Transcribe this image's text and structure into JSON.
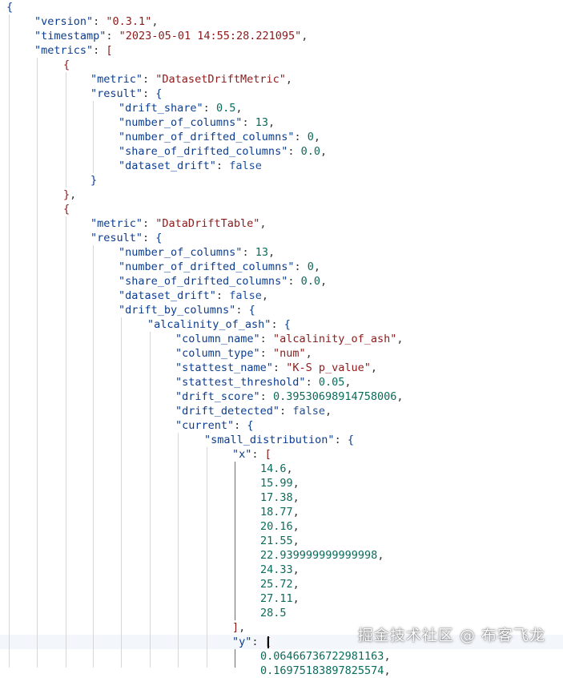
{
  "json_document": {
    "version_key": "\"version\"",
    "version_value": "\"0.3.1\"",
    "timestamp_key": "\"timestamp\"",
    "timestamp_value": "\"2023-05-01 14:55:28.221095\"",
    "metrics_key": "\"metrics\"",
    "metric1": {
      "metric_key": "\"metric\"",
      "metric_value": "\"DatasetDriftMetric\"",
      "result_key": "\"result\"",
      "fields": [
        {
          "key": "\"drift_share\"",
          "value": "0.5",
          "type": "num"
        },
        {
          "key": "\"number_of_columns\"",
          "value": "13",
          "type": "num"
        },
        {
          "key": "\"number_of_drifted_columns\"",
          "value": "0",
          "type": "num"
        },
        {
          "key": "\"share_of_drifted_columns\"",
          "value": "0.0",
          "type": "num"
        },
        {
          "key": "\"dataset_drift\"",
          "value": "false",
          "type": "lit"
        }
      ]
    },
    "metric2": {
      "metric_key": "\"metric\"",
      "metric_value": "\"DataDriftTable\"",
      "result_key": "\"result\"",
      "fields": [
        {
          "key": "\"number_of_columns\"",
          "value": "13",
          "type": "num"
        },
        {
          "key": "\"number_of_drifted_columns\"",
          "value": "0",
          "type": "num"
        },
        {
          "key": "\"share_of_drifted_columns\"",
          "value": "0.0",
          "type": "num"
        },
        {
          "key": "\"dataset_drift\"",
          "value": "false",
          "type": "lit"
        }
      ],
      "drift_by_columns_key": "\"drift_by_columns\"",
      "column_key": "\"alcalinity_of_ash\"",
      "column_fields": [
        {
          "key": "\"column_name\"",
          "value": "\"alcalinity_of_ash\"",
          "type": "str"
        },
        {
          "key": "\"column_type\"",
          "value": "\"num\"",
          "type": "str"
        },
        {
          "key": "\"stattest_name\"",
          "value": "\"K-S p_value\"",
          "type": "str"
        },
        {
          "key": "\"stattest_threshold\"",
          "value": "0.05",
          "type": "num"
        },
        {
          "key": "\"drift_score\"",
          "value": "0.39530698914758006",
          "type": "num"
        },
        {
          "key": "\"drift_detected\"",
          "value": "false",
          "type": "lit"
        }
      ],
      "current_key": "\"current\"",
      "small_distribution_key": "\"small_distribution\"",
      "x_key": "\"x\"",
      "x_values": [
        "14.6",
        "15.99",
        "17.38",
        "18.77",
        "20.16",
        "21.55",
        "22.939999999999998",
        "24.33",
        "25.72",
        "27.11",
        "28.5"
      ],
      "y_key": "\"y\"",
      "y_values": [
        "0.06466736722981163",
        "0.16975183897825574"
      ]
    }
  },
  "watermark": "掘金技术社区 @ 布客飞龙"
}
